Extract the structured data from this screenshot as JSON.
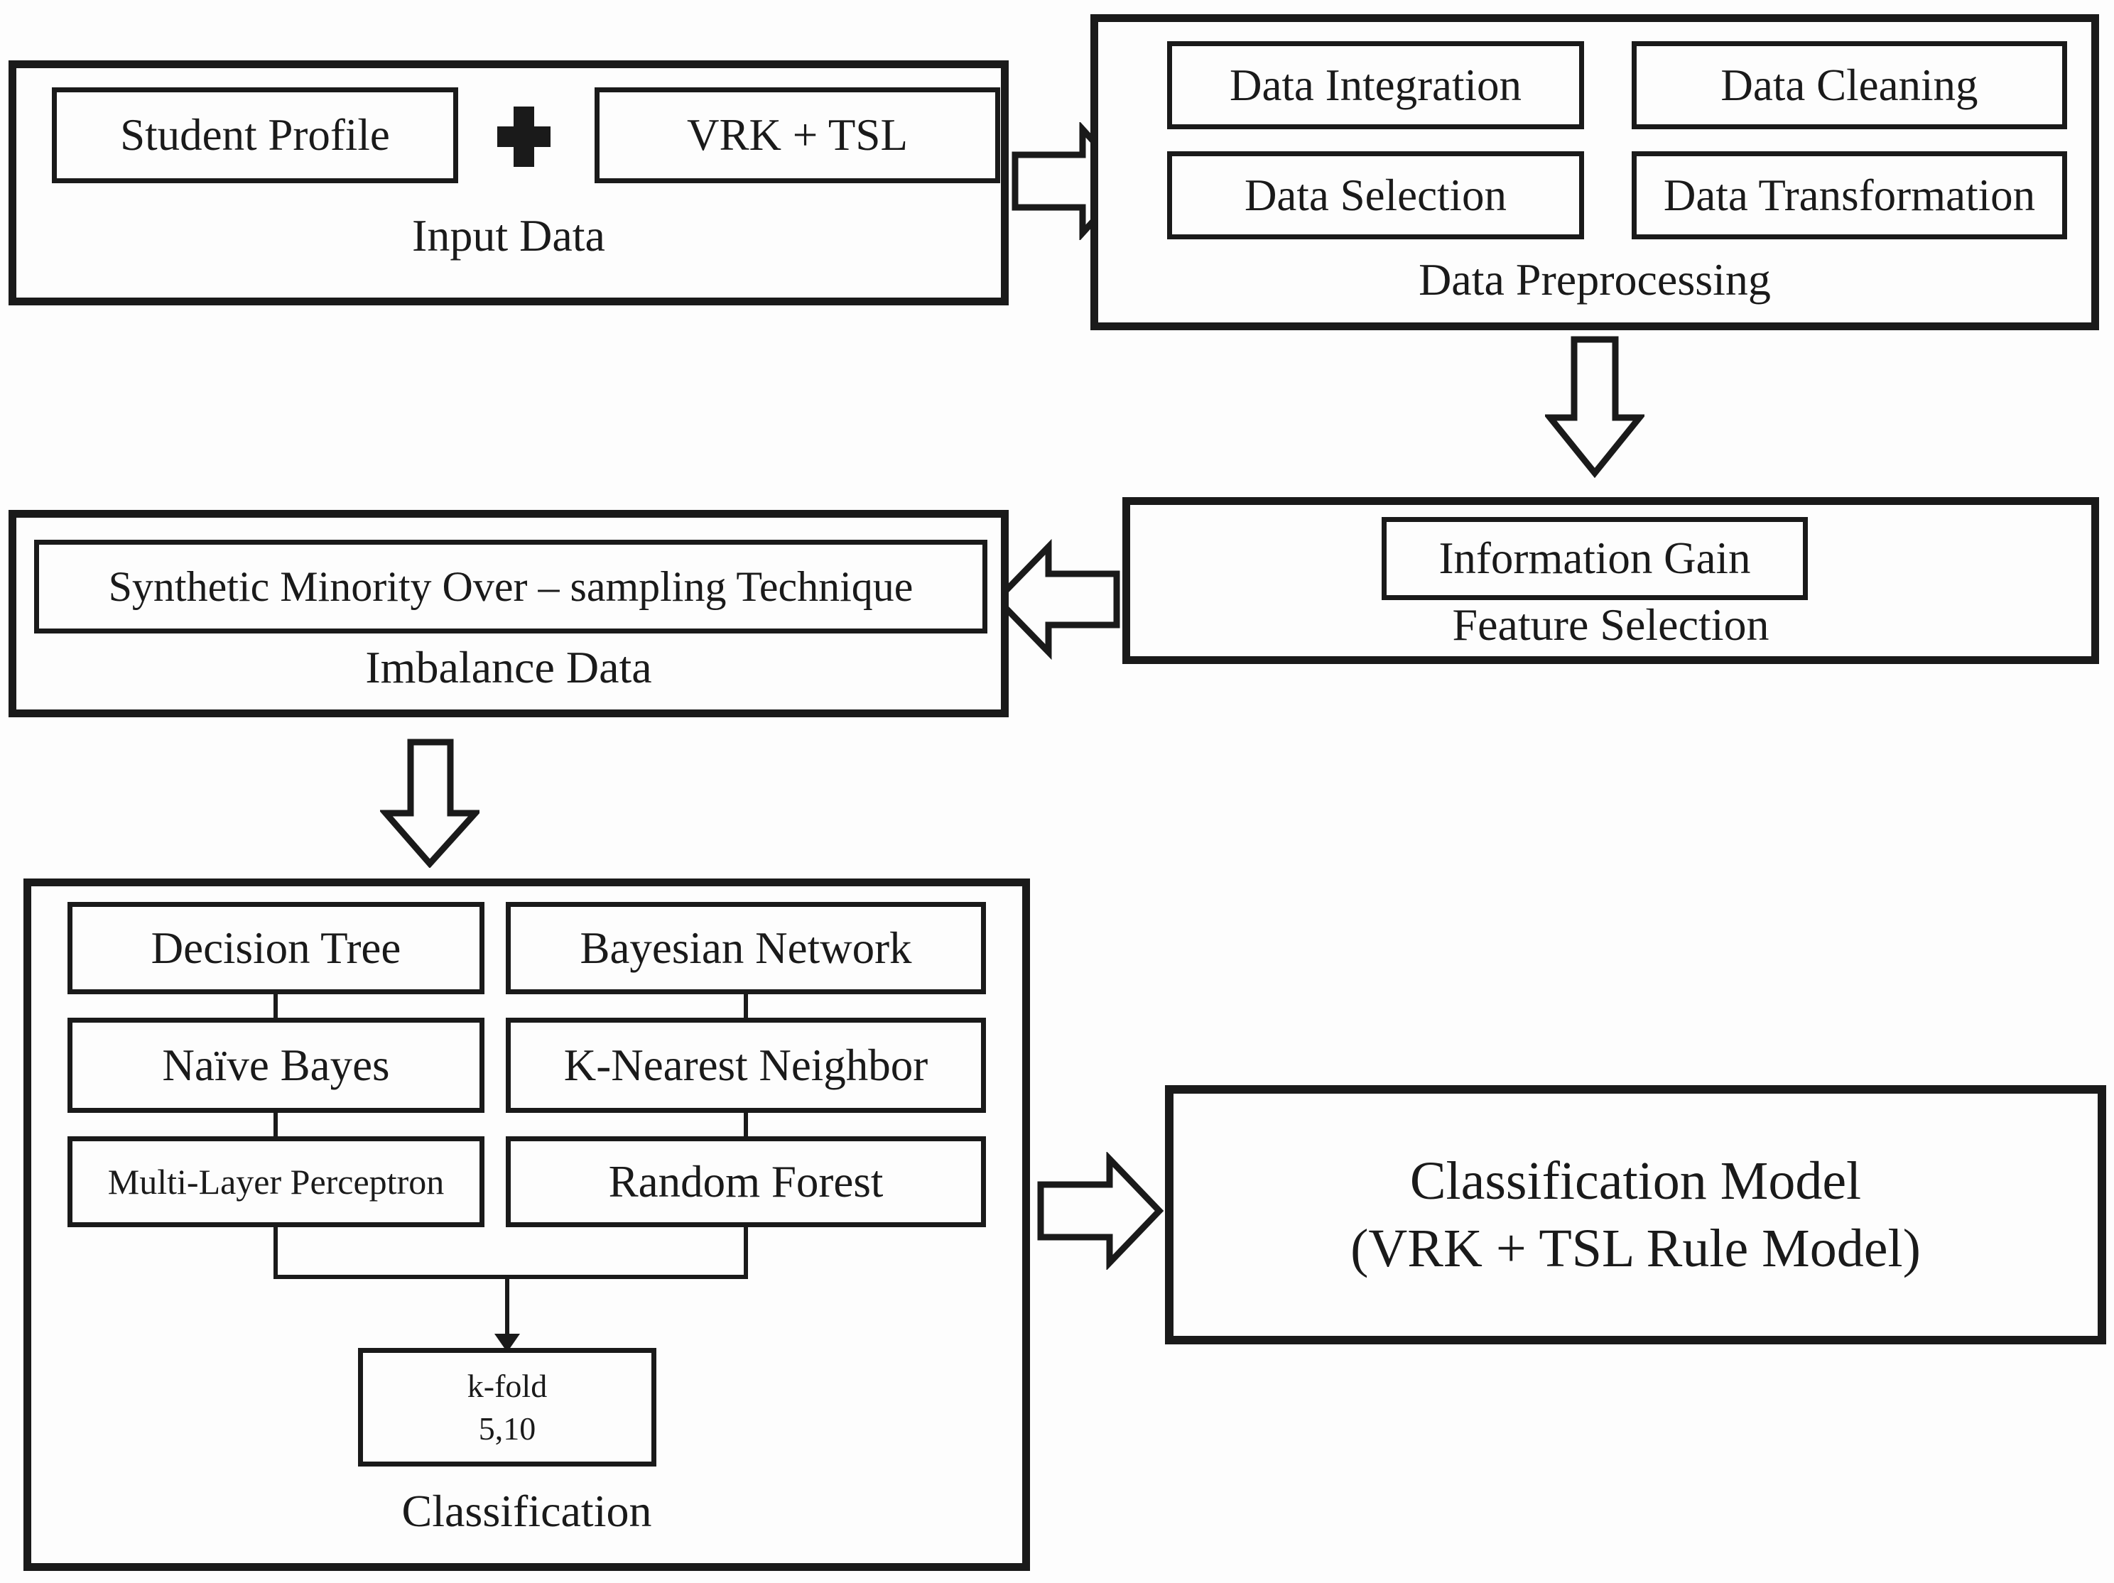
{
  "diagram": {
    "input_data": {
      "label": "Input Data",
      "source_1": "Student Profile",
      "source_2": "VRK + TSL",
      "join_icon": "plus"
    },
    "data_preprocessing": {
      "label": "Data Preprocessing",
      "step_1": "Data Integration",
      "step_2": "Data Cleaning",
      "step_3": "Data Selection",
      "step_4": "Data Transformation"
    },
    "feature_selection": {
      "label": "Feature Selection",
      "method": "Information Gain"
    },
    "imbalance_data": {
      "label": "Imbalance Data",
      "method": "Synthetic Minority Over – sampling Technique"
    },
    "classification": {
      "label": "Classification",
      "algorithms": [
        "Decision Tree",
        "Bayesian Network",
        "Naïve Bayes",
        "K-Nearest Neighbor",
        "Multi-Layer Perceptron",
        "Random Forest"
      ],
      "kfold_line1": "k-fold",
      "kfold_line2": "5,10"
    },
    "classification_model": {
      "line1": "Classification Model",
      "line2": "(VRK + TSL Rule Model)"
    },
    "flow_icons": [
      "arrow-right",
      "arrow-down",
      "arrow-left",
      "arrow-down",
      "arrow-right"
    ]
  },
  "colors": {
    "line": "#1a1a1a",
    "text": "#1a1a1a",
    "background": "#fdfdfd"
  }
}
